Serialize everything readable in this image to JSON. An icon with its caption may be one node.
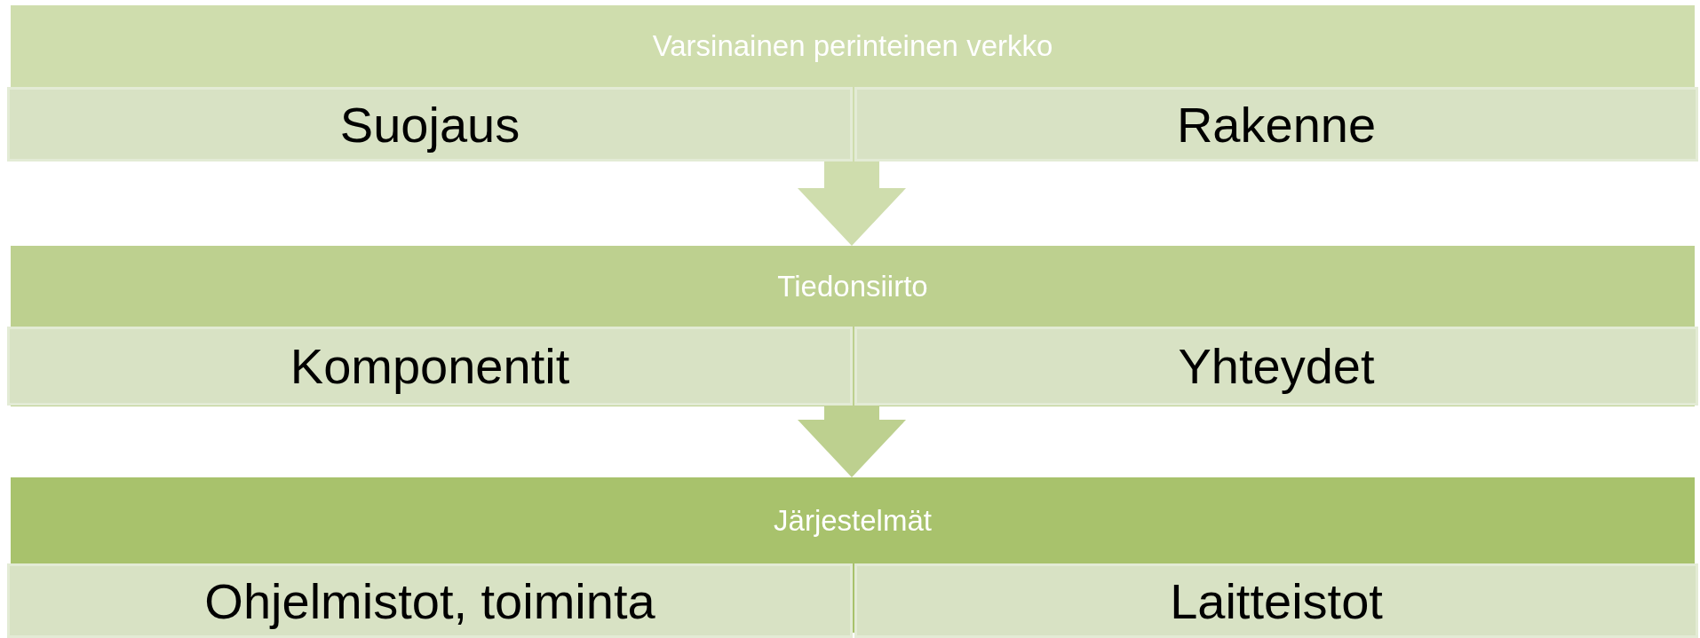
{
  "diagram": {
    "nodes": [
      {
        "text": [
          "Varsinainen perinteinen verkko"
        ]
      },
      {
        "text": [
          "Suojaus"
        ],
        "in": 0
      },
      {
        "text": [
          "Rakenne"
        ],
        "in": 0
      },
      {
        "text": [
          "Tiedonsiirto"
        ]
      },
      {
        "text": [
          "Komponentit"
        ],
        "in": 3
      },
      {
        "text": [
          "Yhteydet"
        ],
        "in": 3
      },
      {
        "text": [
          "Järjestelmät"
        ]
      },
      {
        "text": [
          "Ohjelmistot, toiminta"
        ],
        "in": 6
      },
      {
        "text": [
          "Laitteistot"
        ],
        "in": 6
      }
    ],
    "edges": [
      {
        "from": 0,
        "to": 3,
        "arrow": "to"
      },
      {
        "from": 3,
        "to": 6,
        "arrow": "to"
      }
    ]
  }
}
